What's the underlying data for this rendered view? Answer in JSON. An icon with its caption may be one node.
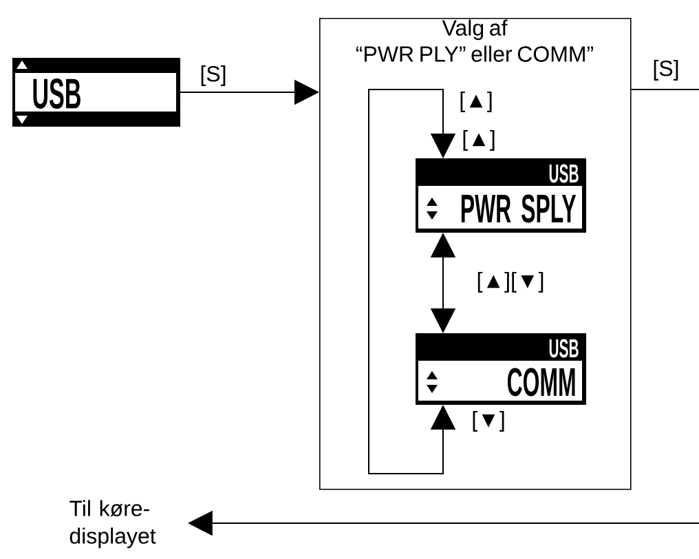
{
  "diagram": {
    "nodes": [
      {
        "text": [
          "USB"
        ]
      },
      {
        "text": [
          "Valg af “PWR PLY” eller COMM”"
        ]
      },
      {
        "text": [
          "USB",
          "PWR SPLY"
        ],
        "in": 1
      },
      {
        "text": [
          "USB",
          "COMM"
        ],
        "in": 1
      },
      {
        "text": [
          "Til køre- displayet"
        ]
      }
    ],
    "edges": [
      {
        "from": 0,
        "to": 1,
        "arrow": "to",
        "label": "[S]"
      },
      {
        "from": 1,
        "to": null,
        "arrow": "none",
        "label": "[S]"
      },
      {
        "from": null,
        "to": 4,
        "arrow": "to"
      },
      {
        "from": 3,
        "to": 2,
        "arrow": "both",
        "label": "[▲]"
      },
      {
        "from": 2,
        "to": 3,
        "arrow": "both",
        "label": "[▲][▼]"
      }
    ],
    "labels": [
      "[▲]",
      "[▼]"
    ]
  }
}
